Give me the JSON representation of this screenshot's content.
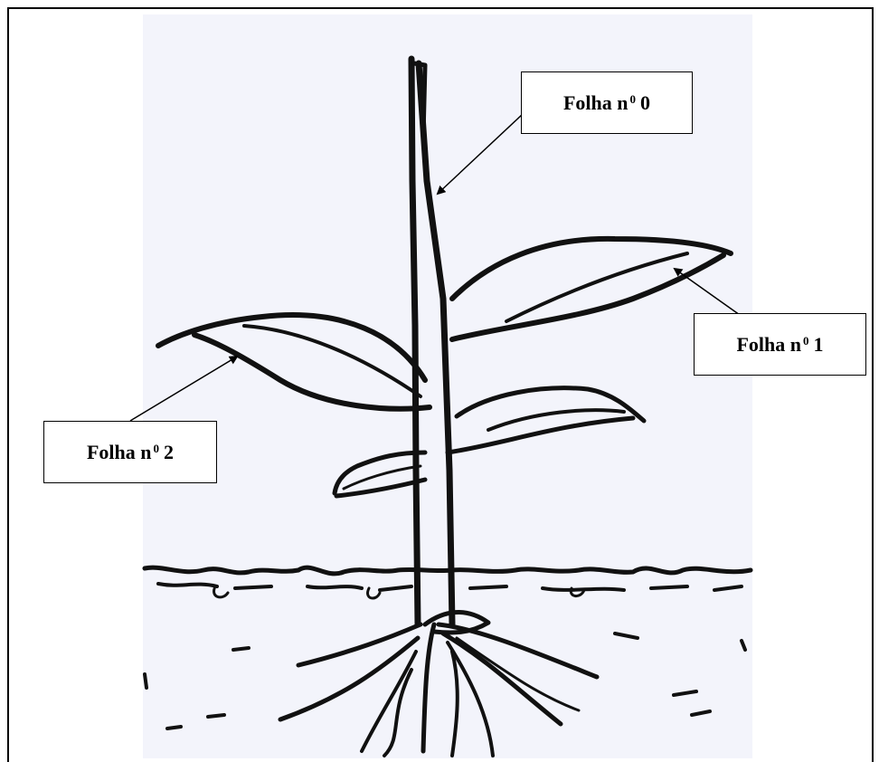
{
  "labels": [
    {
      "id": "leaf-0",
      "prefix": "Folha n",
      "sup": "0",
      "suffix": "0"
    },
    {
      "id": "leaf-1",
      "prefix": "Folha n",
      "sup": "0",
      "suffix": "1"
    },
    {
      "id": "leaf-2",
      "prefix": "Folha n",
      "sup": "0",
      "suffix": "2"
    }
  ],
  "colors": {
    "ink": "#000000",
    "figure_background": "#f3f4fb",
    "page_background": "#ffffff"
  }
}
